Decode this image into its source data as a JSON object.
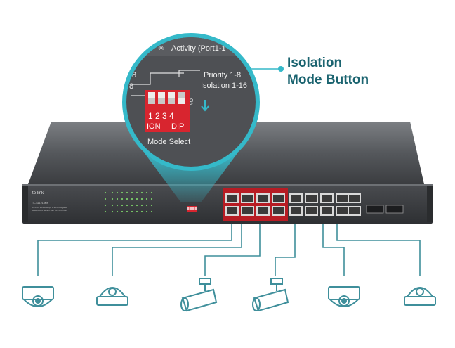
{
  "callout": {
    "line1": "Isolation",
    "line2": "Mode Button"
  },
  "magnifier": {
    "activity_label": "Activity (Port1-1",
    "priority_label": "Priority 1-8",
    "isolation_label": "Isolation 1-16",
    "dip_numbers": "1 2 3 4",
    "dip_on_label": "ION",
    "dip_label": "DIP",
    "mode_select": "Mode Select",
    "left_digit_top": "8",
    "left_digit_bottom": "8"
  },
  "device": {
    "brand": "tp-link",
    "model": "TL-SL1218MP",
    "description_line1": "16-Port 10/100Mbps + 2-Port Gigabit",
    "description_line2": "Rackmount Switch with 16-Port PoE+"
  },
  "icons": [
    "dome-camera-icon",
    "dome-camera-icon",
    "bullet-camera-icon",
    "bullet-camera-icon",
    "dome-camera-icon",
    "dome-camera-icon"
  ],
  "colors": {
    "accent": "#1b6470",
    "cyan": "#33b8c8",
    "dip_red": "#d8252f",
    "chassis": "#3a3c3f"
  }
}
